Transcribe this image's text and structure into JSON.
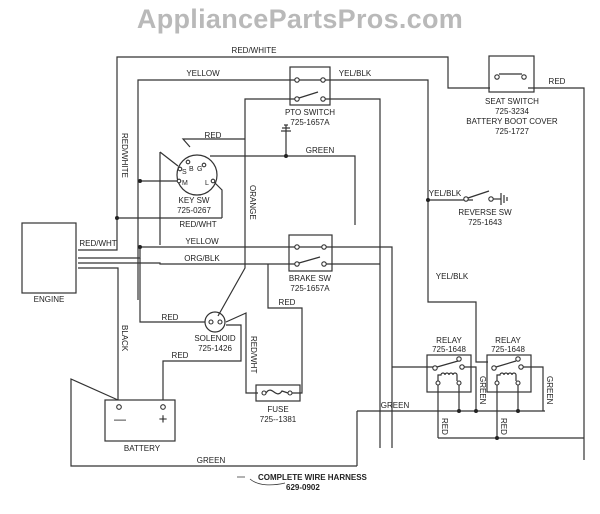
{
  "watermark": "AppliancePartsPros.com",
  "components": {
    "engine": {
      "label": "ENGINE"
    },
    "key_switch": {
      "label": "KEY SW",
      "part": "725-0267",
      "terminals": [
        "S",
        "B",
        "G",
        "M",
        "L"
      ]
    },
    "pto_switch": {
      "label": "PTO SWITCH",
      "part": "725-1657A"
    },
    "seat_switch": {
      "label": "SEAT SWITCH",
      "part": "725-3234",
      "note": "BATTERY BOOT COVER",
      "note_part": "725-1727"
    },
    "reverse_switch": {
      "label": "REVERSE SW",
      "part": "725-1643"
    },
    "brake_switch": {
      "label": "BRAKE SW",
      "part": "725-1657A"
    },
    "solenoid": {
      "label": "SOLENOID",
      "part": "725-1426"
    },
    "fuse": {
      "label": "FUSE",
      "part": "725--1381"
    },
    "battery": {
      "label": "BATTERY",
      "neg": "—",
      "pos": "+"
    },
    "relay_1": {
      "label": "RELAY",
      "part": "725-1648"
    },
    "relay_2": {
      "label": "RELAY",
      "part": "725-1648"
    }
  },
  "wires": {
    "red_white_top": "RED/WHITE",
    "yellow_top": "YELLOW",
    "yel_blk_top": "YEL/BLK",
    "red_seat": "RED",
    "red_white_vertical": "RED/WHITE",
    "red_key": "RED",
    "green_key": "GREEN",
    "orange": "ORANGE",
    "red_wht_key": "RED/WHT",
    "red_wht_engine": "RED/WHT",
    "yellow_mid": "YELLOW",
    "org_blk": "ORG/BLK",
    "yel_blk_reverse": "YEL/BLK",
    "yel_blk_relay": "YEL/BLK",
    "black": "BLACK",
    "red_solenoid": "RED",
    "red_brake": "RED",
    "red_wht_fuse": "RED/WHT",
    "red_battery": "RED",
    "green_relay": "GREEN",
    "green_relay1_v": "GREEN",
    "green_relay2_v": "GREEN",
    "red_relay1_v": "RED",
    "red_relay2_v": "RED",
    "green_bottom": "GREEN"
  },
  "harness": {
    "label": "COMPLETE WIRE HARNESS",
    "part": "629-0902"
  }
}
